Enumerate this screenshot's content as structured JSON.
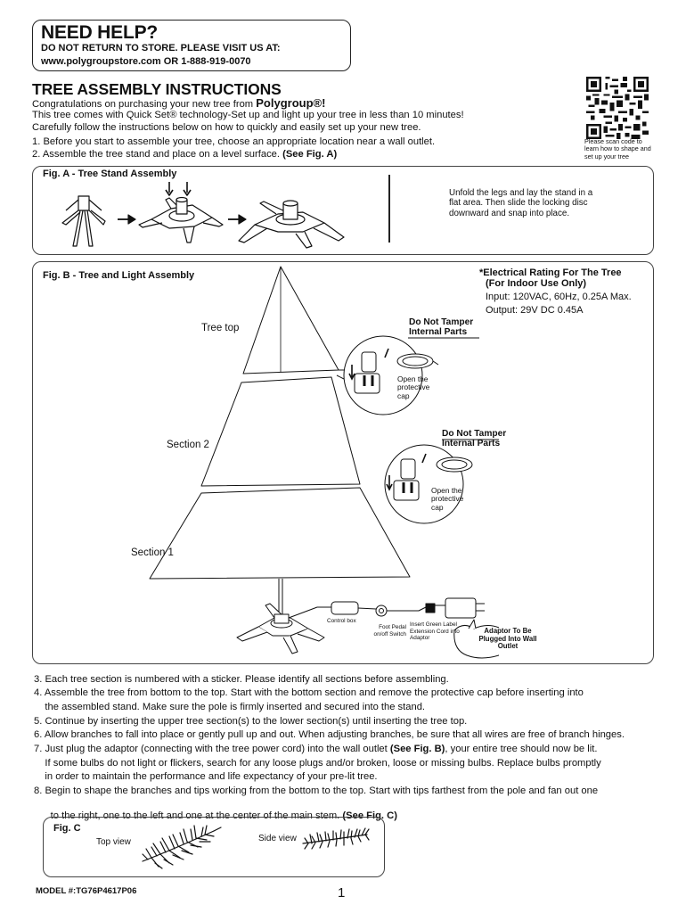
{
  "help": {
    "title": "NEED HELP?",
    "line1": "DO NOT RETURN TO STORE. PLEASE VISIT US AT:",
    "line2": "www.polygroupstore.com OR 1-888-919-0070"
  },
  "header": {
    "title": "TREE ASSEMBLY INSTRUCTIONS",
    "congrats_prefix": "Congratulations on purchasing your new tree from ",
    "brand": "Polygroup®!",
    "line2": "This tree comes with Quick Set® technology-Set up and light up your tree in less than 10 minutes!",
    "line3": "Carefully follow the instructions below on how to quickly and easily set up your new tree.",
    "step1": "1. Before you start to assemble your tree, choose an appropriate location near a wall outlet.",
    "step2_prefix": "2. Assemble the tree stand and place on a level surface. ",
    "step2_ref": "(See Fig. A)"
  },
  "qr": {
    "caption": "Please scan code to learn how to shape and set up your tree"
  },
  "fig_a": {
    "title": "Fig. A - Tree Stand Assembly",
    "text": "Unfold the legs and lay the stand in a flat area. Then slide the locking disc downward and snap into place."
  },
  "fig_b": {
    "title": "Fig. B - Tree and Light Assembly",
    "rating_title": "*Electrical Rating For The Tree",
    "rating_sub": "(For Indoor Use Only)",
    "input": "Input: 120VAC, 60Hz, 0.25A Max.",
    "output": "Output: 29V DC 0.45A",
    "tree_top": "Tree top",
    "section2": "Section 2",
    "section1": "Section 1",
    "warn1_l1": "Do Not Tamper",
    "warn1_l2": "Internal Parts",
    "warn2_l1": "Do Not Tamper",
    "warn2_l2": "Internal Parts",
    "cap1": "Open the protective cap",
    "cap2": "Open the protective cap",
    "control_box": "Control box",
    "foot_pedal": "Foot Pedal on/off Switch",
    "insert_green": "Insert Green Label Extension Cord into Adaptor",
    "adaptor": "Adaptor To Be Plugged Into Wall Outlet"
  },
  "steps": [
    "3. Each tree section is numbered with a sticker. Please identify all sections before assembling.",
    "4. Assemble the tree from bottom to the top. Start with the bottom section and remove the protective cap before inserting into",
    "    the assembled stand. Make sure the pole is firmly inserted and secured into the stand.",
    "5. Continue by inserting the upper tree section(s) to the lower section(s) until inserting the tree top.",
    "6. Allow branches to fall into place or gently pull up and out. When adjusting branches, be sure that all wires are free of branch hinges."
  ],
  "step7": {
    "prefix": "7. Just plug the adaptor (connecting with the tree power cord) into the wall outlet ",
    "ref": "(See Fig. B)",
    "suffix": ", your entire tree should now be lit.",
    "line2": "    If some bulbs do not light or flickers, search for any loose plugs and/or broken, loose or missing bulbs. Replace bulbs promptly",
    "line3": "    in order to maintain the performance and life expectancy of your pre-lit tree."
  },
  "step8": {
    "line1": "8. Begin to shape the branches and tips working from the bottom to the top. Start with tips farthest from the pole and fan out one",
    "line2_prefix": "    to the right, one to the left and one at the center of the main stem. ",
    "ref": "(See Fig. C)"
  },
  "fig_c": {
    "title": "Fig. C",
    "top_view": "Top view",
    "side_view": "Side view"
  },
  "footer": {
    "model": "MODEL #:TG76P4617P06",
    "page": "1"
  }
}
